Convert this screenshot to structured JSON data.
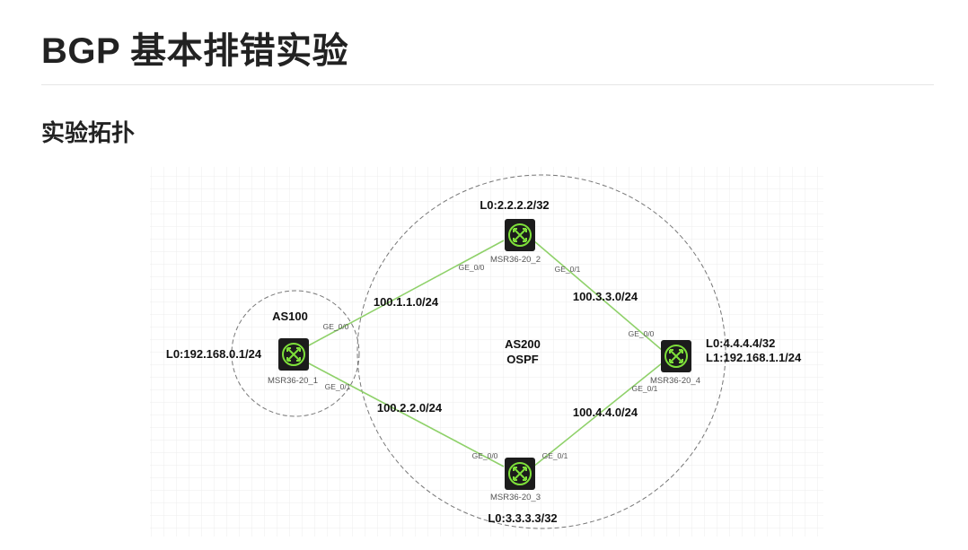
{
  "title": "BGP 基本排错实验",
  "section_heading": "实验拓扑",
  "topology": {
    "as100_label": "AS100",
    "as200_label": "AS200",
    "as200_protocol": "OSPF",
    "routers": [
      {
        "name": "MSR36-20_1",
        "loopbacks": [
          "L0:192.168.0.1/24"
        ]
      },
      {
        "name": "MSR36-20_2",
        "loopbacks": [
          "L0:2.2.2.2/32"
        ]
      },
      {
        "name": "MSR36-20_3",
        "loopbacks": [
          "L0:3.3.3.3/32"
        ]
      },
      {
        "name": "MSR36-20_4",
        "loopbacks": [
          "L0:4.4.4.4/32",
          "L1:192.168.1.1/24"
        ]
      }
    ],
    "links": [
      {
        "subnet": "100.1.1.0/24",
        "a_port": "GE_0/0",
        "b_port": "GE_0/0"
      },
      {
        "subnet": "100.2.2.0/24",
        "a_port": "GE_0/1",
        "b_port": "GE_0/0"
      },
      {
        "subnet": "100.3.3.0/24",
        "a_port": "GE_0/1",
        "b_port": "GE_0/0"
      },
      {
        "subnet": "100.4.4.0/24",
        "a_port": "GE_0/1",
        "b_port": "GE_0/1"
      }
    ],
    "colors": {
      "link": "#8fd16a",
      "router_body": "#1c1c1c",
      "router_icon": "#7ee03a",
      "grid": "#ececec"
    }
  }
}
